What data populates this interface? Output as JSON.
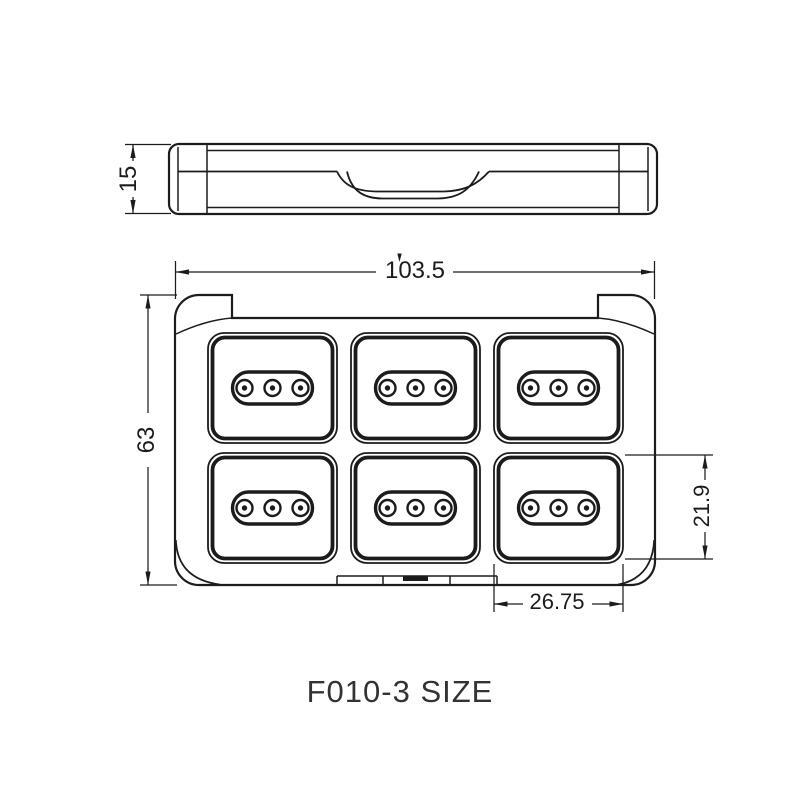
{
  "drawing": {
    "title": "F010-3 SIZE",
    "dimensions": {
      "case_width": "103.5",
      "case_height": "63",
      "case_thickness": "15",
      "pan_height": "21.9",
      "pan_width": "26.75"
    },
    "pan_grid": {
      "rows": 2,
      "columns": 3,
      "pan_count": 6
    }
  },
  "colors": {
    "line": "#1c1c1c",
    "text": "#1c1c1c",
    "background": "#ffffff"
  }
}
